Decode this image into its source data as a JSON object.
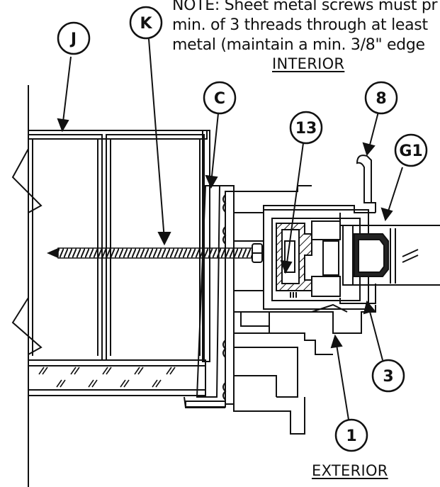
{
  "note": {
    "lines": [
      "NOTE: Sheet metal screws must pr",
      "min. of  3 threads through at least",
      "metal (maintain a min. 3/8\" edge"
    ]
  },
  "labels": {
    "interior": "INTERIOR",
    "exterior": "EXTERIOR"
  },
  "callouts": {
    "J": "J",
    "K": "K",
    "C": "C",
    "n8": "8",
    "n13": "13",
    "G1": "G1",
    "n3": "3",
    "n1": "1"
  }
}
